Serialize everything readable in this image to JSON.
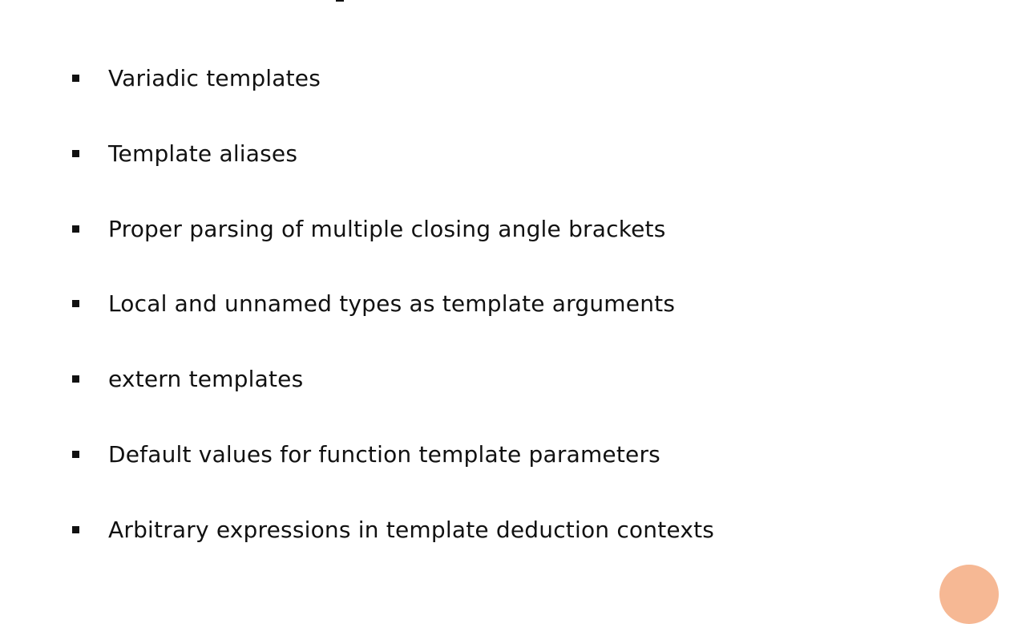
{
  "bullets": [
    {
      "text": "Variadic templates"
    },
    {
      "text": "Template aliases"
    },
    {
      "text": "Proper parsing of multiple closing angle brackets"
    },
    {
      "text": "Local and unnamed types as template arguments"
    },
    {
      "text": "extern templates"
    },
    {
      "text": "Default values for function template parameters"
    },
    {
      "text": "Arbitrary expressions in template deduction contexts"
    }
  ],
  "colors": {
    "text": "#111111",
    "background": "#ffffff",
    "accent": "#f6b894"
  }
}
